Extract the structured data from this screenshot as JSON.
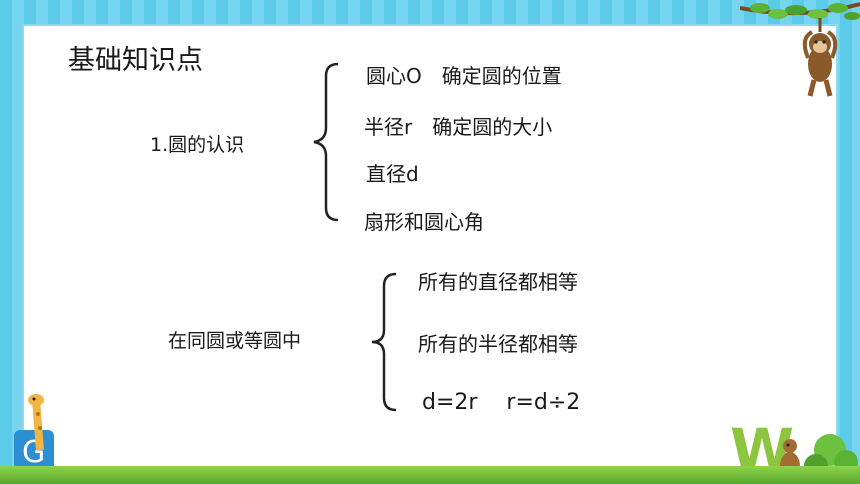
{
  "slide": {
    "title": "基础知识点",
    "section1": {
      "label": "1.圆的认识",
      "items": [
        "圆心O　确定圆的位置",
        "半径r　确定圆的大小",
        "直径d",
        "扇形和圆心角"
      ]
    },
    "section2": {
      "label": "在同圆或等圆中",
      "items": [
        "所有的直径都相等",
        "所有的半径都相等",
        "d=2r　 r=d÷2"
      ]
    }
  },
  "colors": {
    "background": "#5fcdec",
    "panel": "#ffffff",
    "text": "#1a1a1a"
  },
  "icons": [
    "monkey-icon",
    "giraffe-icon",
    "leaves-icon",
    "plant-icon"
  ]
}
